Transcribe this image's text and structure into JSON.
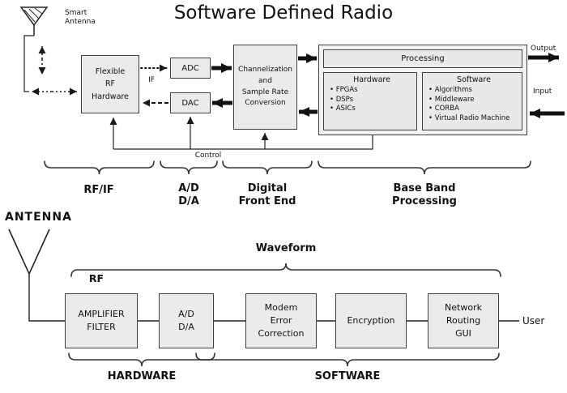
{
  "title": "Software Defined Radio",
  "top": {
    "smart_antenna": "Smart\nAntenna",
    "rf_hardware": "Flexible\nRF\nHardware",
    "adc": "ADC",
    "dac": "DAC",
    "if_label": "IF",
    "channelization": "Channelization\nand\nSample Rate\nConversion",
    "processing": "Processing",
    "hardware_title": "Hardware",
    "hardware_items": [
      "FPGAs",
      "DSPs",
      "ASICs"
    ],
    "software_title": "Software",
    "software_items": [
      "Algorithms",
      "Middleware",
      "CORBA",
      "Virtual Radio Machine"
    ],
    "output_label": "Output",
    "input_label": "Input",
    "control_label": "Control",
    "groups": {
      "rf_if": "RF/IF",
      "ad_da": "A/D\nD/A",
      "dfe": "Digital\nFront End",
      "bbp": "Base Band\nProcessing"
    }
  },
  "bottom": {
    "antenna": "ANTENNA",
    "waveform": "Waveform",
    "rf": "RF",
    "boxes": [
      "AMPLIFIER\nFILTER",
      "A/D\nD/A",
      "Modem\nError\nCorrection",
      "Encryption",
      "Network\nRouting\nGUI"
    ],
    "user": "User",
    "hardware": "HARDWARE",
    "software": "SOFTWARE"
  }
}
